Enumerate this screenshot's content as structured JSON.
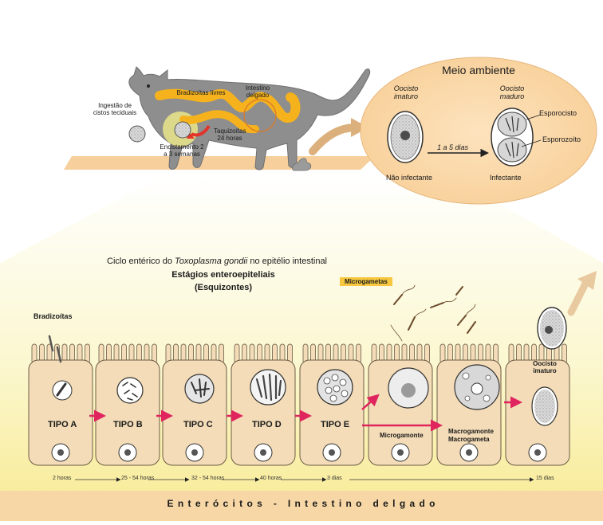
{
  "cat_scene": {
    "ingestion": "Ingestão de cistos teciduais",
    "free_bradyzoites": "Bradizoítas livres",
    "small_intestine": "Intestino delgado",
    "tachyzoites": "Taquizoítas 24 horas",
    "encystment": "Encistamento 2 a 3 semanas"
  },
  "environment": {
    "title": "Meio ambiente",
    "immature_oocyst": "Oocisto imaturo",
    "mature_oocyst": "Oocisto maduro",
    "sporocyst": "Esporocisto",
    "sporozoite": "Esporozoíto",
    "duration": "1 a 5 dias",
    "not_infective": "Não infectante",
    "infective": "Infectante"
  },
  "cycle": {
    "title_prefix": "Ciclo entérico do ",
    "title_species": "Toxoplasma gondii",
    "title_suffix": " no epitélio intestinal",
    "subtitle": "Estágios enteroepiteliais",
    "subtitle2": "(Esquizontes)",
    "bradyzoites": "Bradizoítas",
    "microgametes": "Microgametas",
    "oocyst_immature": "Oocisto imaturo"
  },
  "stages": [
    {
      "label": "TIPO A",
      "time": "2 horas"
    },
    {
      "label": "TIPO B",
      "time": "25 - 54 horas"
    },
    {
      "label": "TIPO C",
      "time": "32 - 54 horas"
    },
    {
      "label": "TIPO D",
      "time": "40 horas"
    },
    {
      "label": "TIPO E",
      "time": "3 dias"
    }
  ],
  "gamonts": {
    "microgamont": "Microgamonte",
    "macrogamont": "Macrogamonte",
    "macrogamete": "Macrogameta"
  },
  "final_time": "15 dias",
  "footer": "E n t e r ó c i t o s   -   I n t e s t i n o   d e l g a d o",
  "colors": {
    "arrow": "#e0245e",
    "cell_fill": "#f3dcb7",
    "band": "#f7d7a6",
    "intestine": "#f6b21c",
    "cat": "#8e8e8e",
    "yellow_glow": "#f9f3a8"
  }
}
